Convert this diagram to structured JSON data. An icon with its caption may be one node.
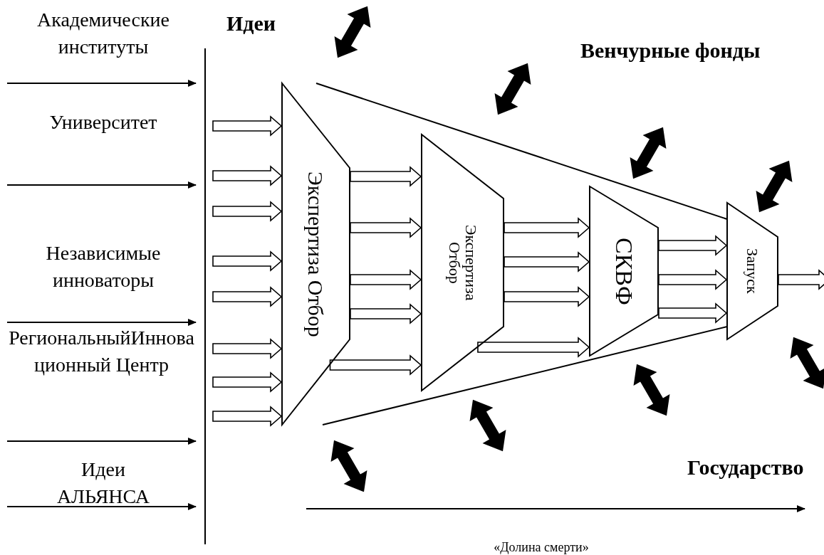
{
  "diagram": {
    "nodes": [
      {
        "text": [
          "Экспертиза Отбор"
        ]
      },
      {
        "text": [
          "Экспертиза Отбор"
        ]
      },
      {
        "text": [
          "СКВФ"
        ]
      },
      {
        "text": [
          "Запуск"
        ]
      }
    ],
    "edges": [
      {
        "from": null,
        "to": 0,
        "arrow": "to"
      },
      {
        "from": null,
        "to": 0,
        "arrow": "to"
      },
      {
        "from": null,
        "to": 0,
        "arrow": "to"
      },
      {
        "from": null,
        "to": 0,
        "arrow": "to"
      },
      {
        "from": null,
        "to": 0,
        "arrow": "to"
      },
      {
        "from": null,
        "to": 0,
        "arrow": "to"
      },
      {
        "from": null,
        "to": 0,
        "arrow": "to"
      },
      {
        "from": null,
        "to": 0,
        "arrow": "to"
      },
      {
        "from": 0,
        "to": 1,
        "arrow": "to"
      },
      {
        "from": 0,
        "to": 1,
        "arrow": "to"
      },
      {
        "from": 0,
        "to": 1,
        "arrow": "to"
      },
      {
        "from": 0,
        "to": 1,
        "arrow": "to"
      },
      {
        "from": 0,
        "to": 1,
        "arrow": "to"
      },
      {
        "from": 1,
        "to": 2,
        "arrow": "to"
      },
      {
        "from": 1,
        "to": 2,
        "arrow": "to"
      },
      {
        "from": 1,
        "to": 2,
        "arrow": "to"
      },
      {
        "from": 1,
        "to": 2,
        "arrow": "to"
      },
      {
        "from": 2,
        "to": 3,
        "arrow": "to"
      },
      {
        "from": 2,
        "to": 3,
        "arrow": "to"
      },
      {
        "from": 2,
        "to": 3,
        "arrow": "to"
      },
      {
        "from": 3,
        "to": null,
        "arrow": "to"
      }
    ],
    "labels": [
      "Академические институты",
      "Идеи",
      "Венчурные фонды",
      "Университет",
      "Независимые инноваторы",
      "РегиональныйИнновационный Центр",
      "Идеи АЛЬЯНСА",
      "Государство",
      "«Долина смерти»"
    ]
  }
}
